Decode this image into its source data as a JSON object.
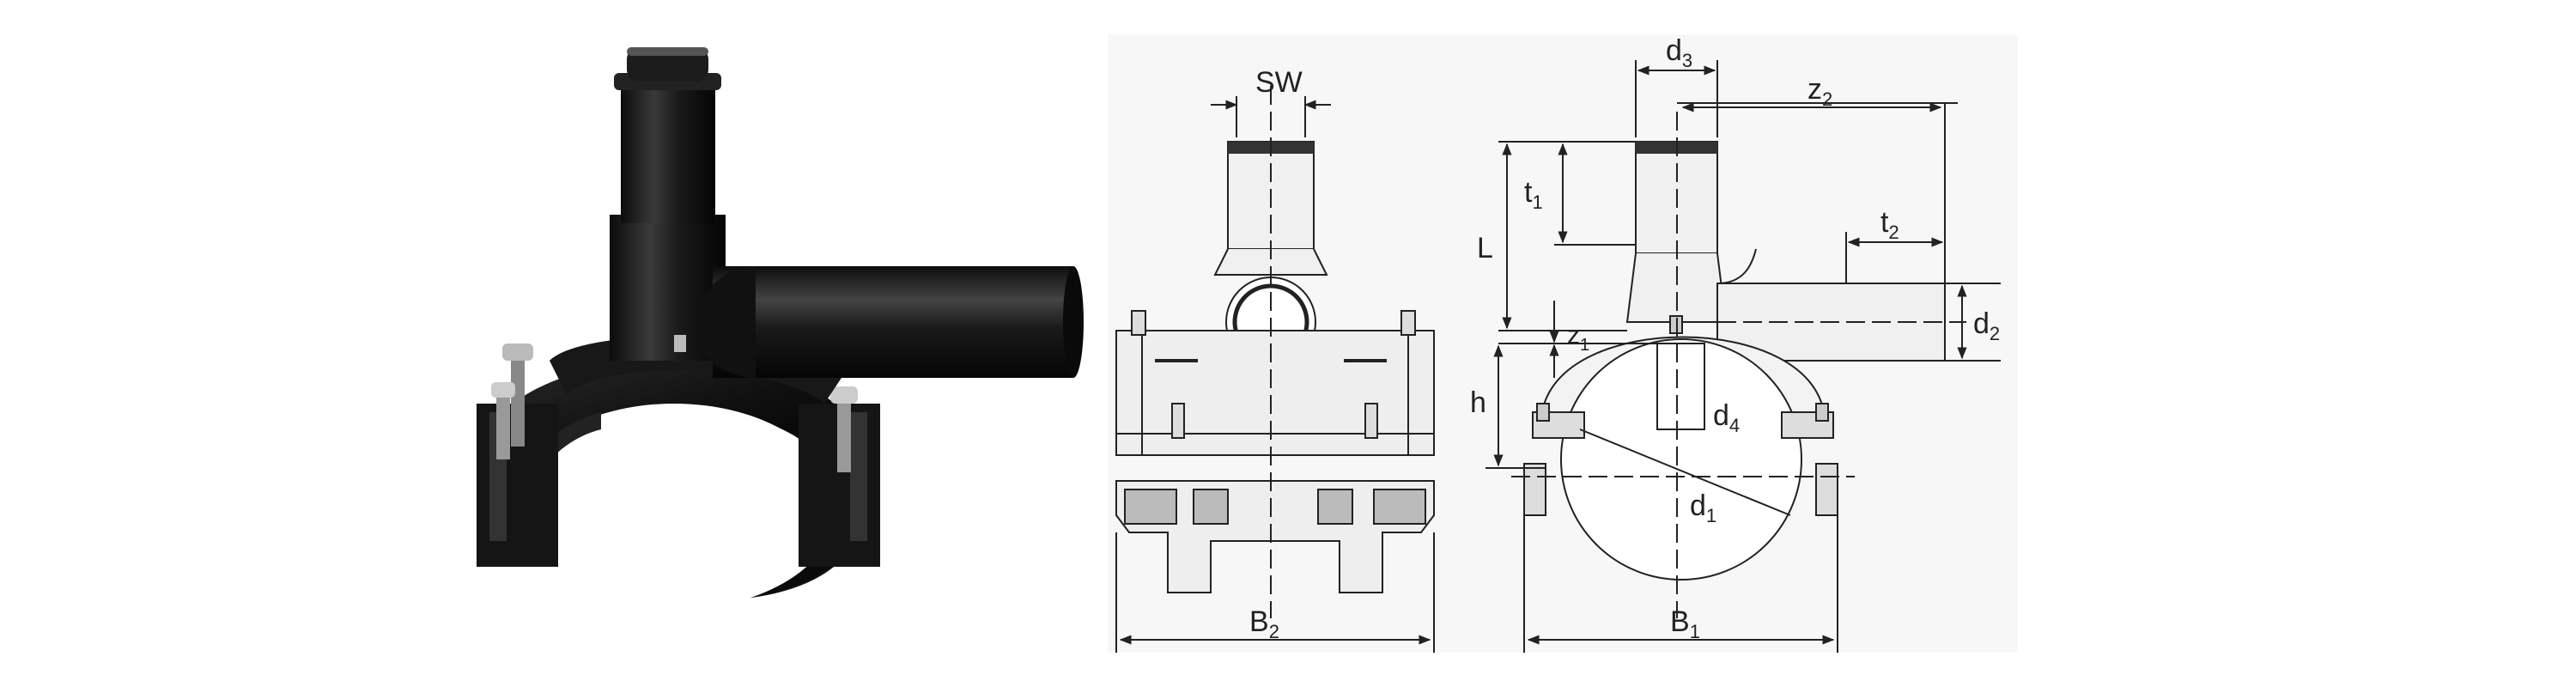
{
  "figure": {
    "photo": {
      "subject": "electrofusion-tapping-tee"
    },
    "front_view": {
      "labels": {
        "sw": "SW",
        "b2": "B",
        "b2_sub": "2"
      }
    },
    "side_view": {
      "labels": {
        "d3": "d",
        "d3_sub": "3",
        "z2": "z",
        "z2_sub": "2",
        "t1": "t",
        "t1_sub": "1",
        "l": "L",
        "t2": "t",
        "t2_sub": "2",
        "d2": "d",
        "d2_sub": "2",
        "z1": "z",
        "z1_sub": "1",
        "h": "h",
        "d4": "d",
        "d4_sub": "4",
        "d1": "d",
        "d1_sub": "1",
        "b1": "B",
        "b1_sub": "1"
      }
    }
  }
}
